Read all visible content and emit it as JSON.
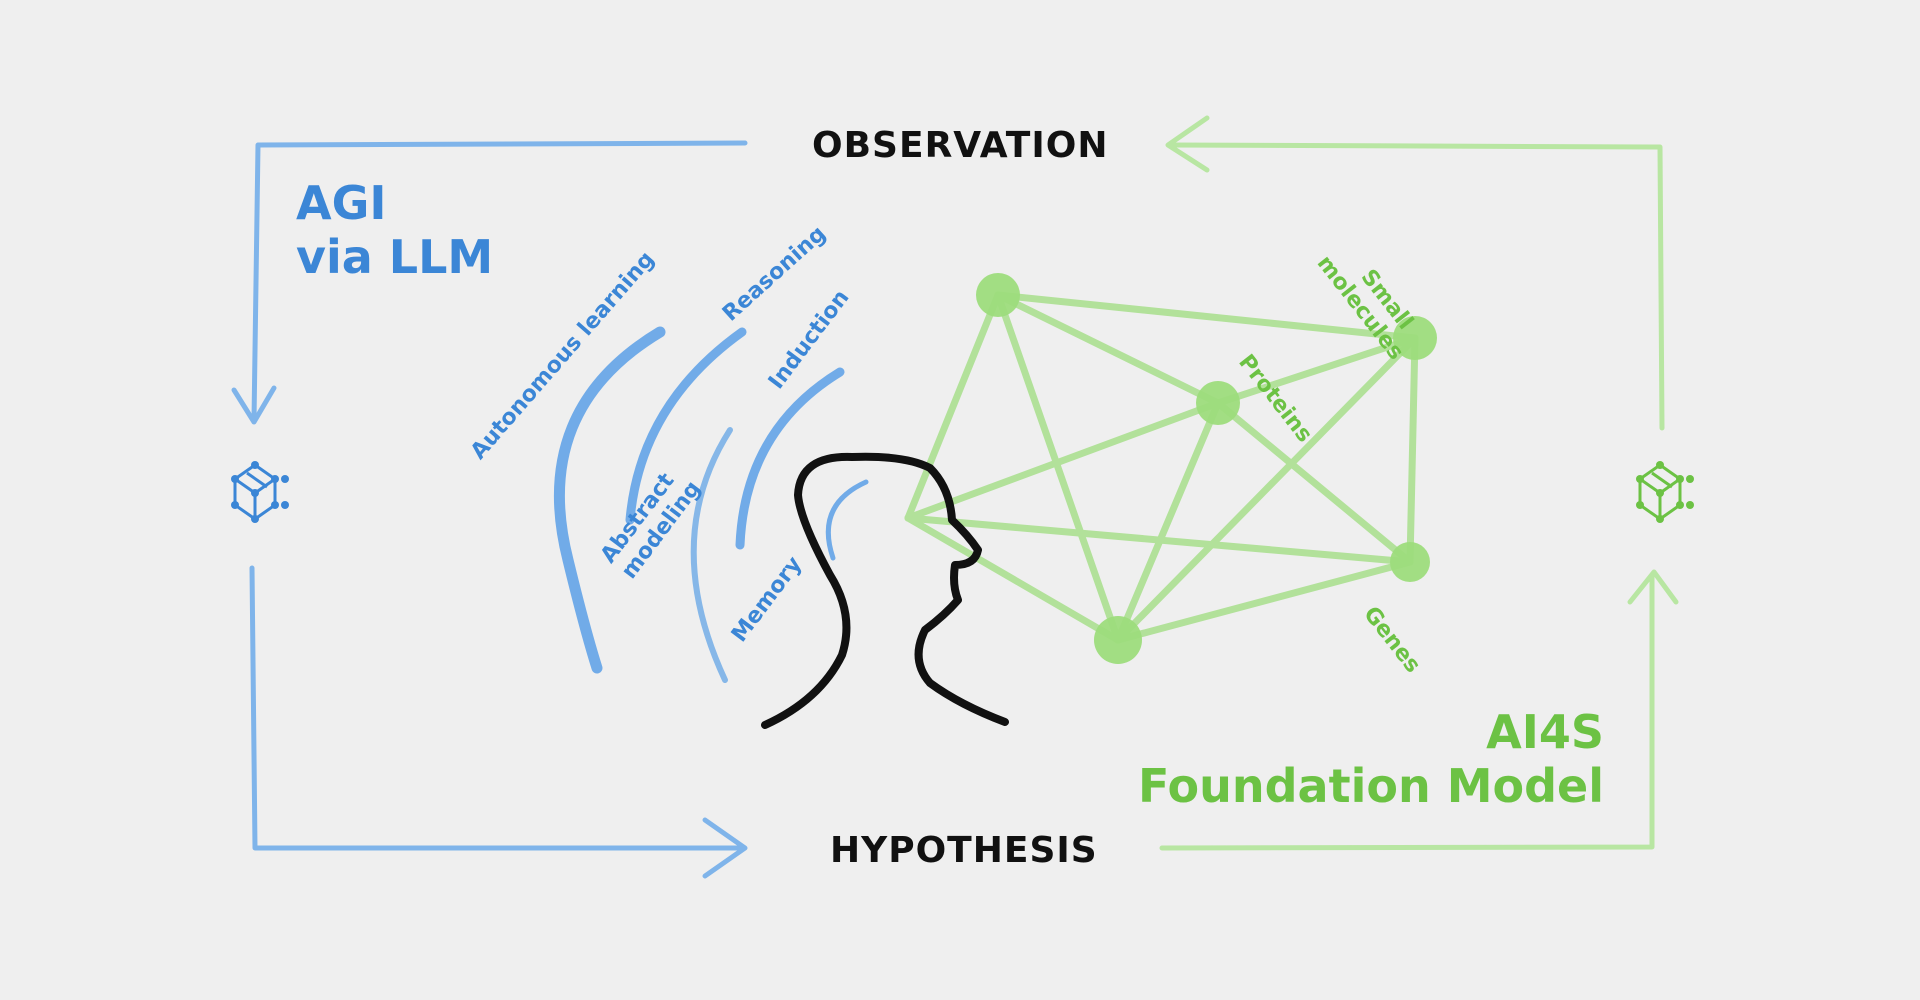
{
  "stages": {
    "observation": "OBSERVATION",
    "hypothesis": "HYPOTHESIS"
  },
  "left_title": {
    "line1": "AGI",
    "line2": "via LLM"
  },
  "right_title": {
    "line1": "AI4S",
    "line2": "Foundation Model"
  },
  "llm_skills": {
    "autonomous_learning": "Autonomous learning",
    "reasoning": "Reasoning",
    "induction": "Induction",
    "abstract_modeling_1": "Abstract",
    "abstract_modeling_2": "modeling",
    "memory": "Memory"
  },
  "science_nodes": {
    "small_molecules_1": "Small",
    "small_molecules_2": "molecules",
    "proteins": "Proteins",
    "genes": "Genes"
  },
  "colors": {
    "background": "#efefef",
    "blue": "#3b86d6",
    "green": "#6cc244",
    "light_green": "#a6e08a",
    "ink": "#111111"
  },
  "icons": {
    "left": "network-cube-icon",
    "right": "network-cube-icon"
  }
}
